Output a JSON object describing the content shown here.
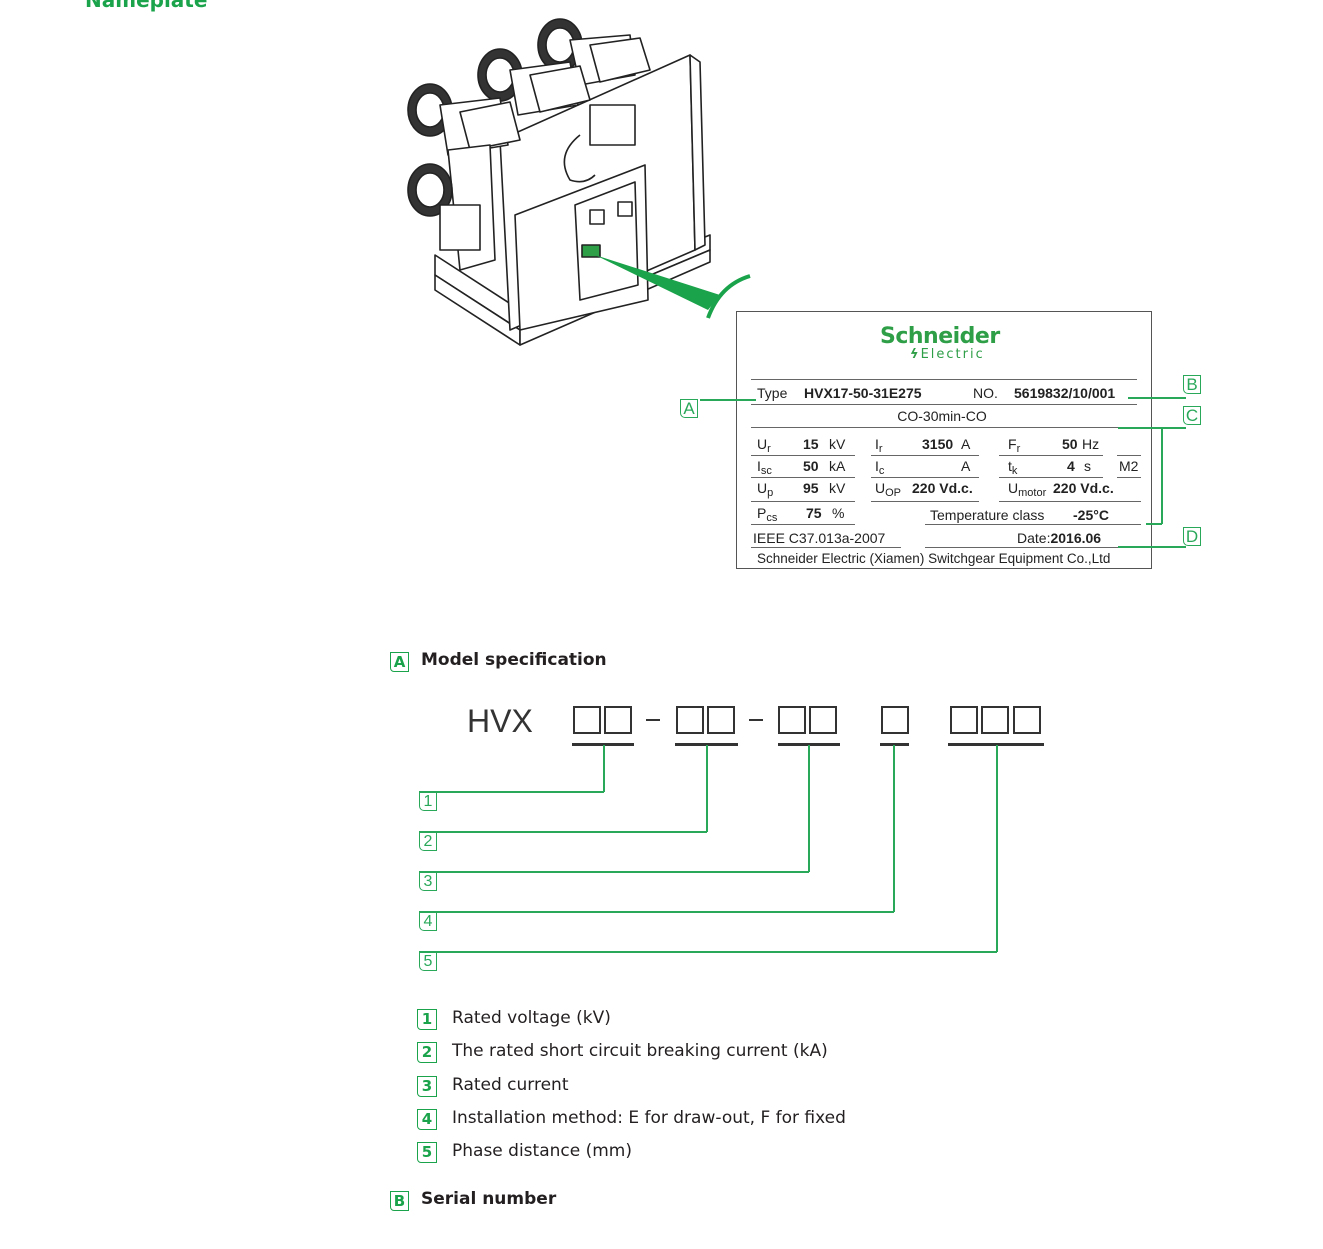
{
  "page": {
    "section_title": "Nameplate"
  },
  "colors": {
    "brand_green": "#1aa34a",
    "callout_green": "#2aa85a",
    "text": "#231f20"
  },
  "nameplate": {
    "logo_top": "Schneider",
    "logo_bottom": "Electric",
    "logo_mark": "ϟ",
    "type_label": "Type",
    "type_value": "HVX17-50-31E275",
    "no_label": "NO.",
    "no_value": "5619832/10/001",
    "operating_sequence": "CO-30min-CO",
    "rows": [
      {
        "c1_sym": "U",
        "c1_sub": "r",
        "c1_val": "15",
        "c1_unit": "kV",
        "c2_sym": "I",
        "c2_sub": "r",
        "c2_val": "3150",
        "c2_unit": "A",
        "c3_sym": "F",
        "c3_sub": "r",
        "c3_val": "50",
        "c3_unit": "Hz",
        "c4": ""
      },
      {
        "c1_sym": "I",
        "c1_sub": "sc",
        "c1_val": "50",
        "c1_unit": "kA",
        "c2_sym": "I",
        "c2_sub": "c",
        "c2_val": "",
        "c2_unit": "A",
        "c3_sym": "t",
        "c3_sub": "k",
        "c3_val": "4",
        "c3_unit": "s",
        "c4": "M2"
      },
      {
        "c1_sym": "U",
        "c1_sub": "p",
        "c1_val": "95",
        "c1_unit": "kV",
        "c2_sym": "U",
        "c2_sub": "OP",
        "c2_val": "220 Vd.c.",
        "c2_unit": "",
        "c3_sym": "U",
        "c3_sub": "motor",
        "c3_val": "220 Vd.c.",
        "c3_unit": "",
        "c4": ""
      },
      {
        "c1_sym": "P",
        "c1_sub": "cs",
        "c1_val": "75",
        "c1_unit": "%"
      }
    ],
    "temp_label": "Temperature class",
    "temp_value": "-25°C",
    "standard": "IEEE C37.013a-2007",
    "date_label": "Date:",
    "date_value": "2016.06",
    "manufacturer": "Schneider Electric (Xiamen) Switchgear Equipment Co.,Ltd"
  },
  "callouts": [
    "A",
    "B",
    "C",
    "D"
  ],
  "model_spec": {
    "badge": "A",
    "title": "Model specification",
    "prefix": "HVX",
    "position_labels": [
      "1",
      "2",
      "3",
      "4",
      "5"
    ],
    "legend": [
      {
        "num": "1",
        "text": "Rated voltage (kV)"
      },
      {
        "num": "2",
        "text": "The rated short circuit breaking current (kA)"
      },
      {
        "num": "3",
        "text": "Rated current"
      },
      {
        "num": "4",
        "text": "Installation method: E for draw-out, F for fixed"
      },
      {
        "num": "5",
        "text": "Phase distance (mm)"
      }
    ]
  },
  "serial_number": {
    "badge": "B",
    "title": "Serial number"
  }
}
